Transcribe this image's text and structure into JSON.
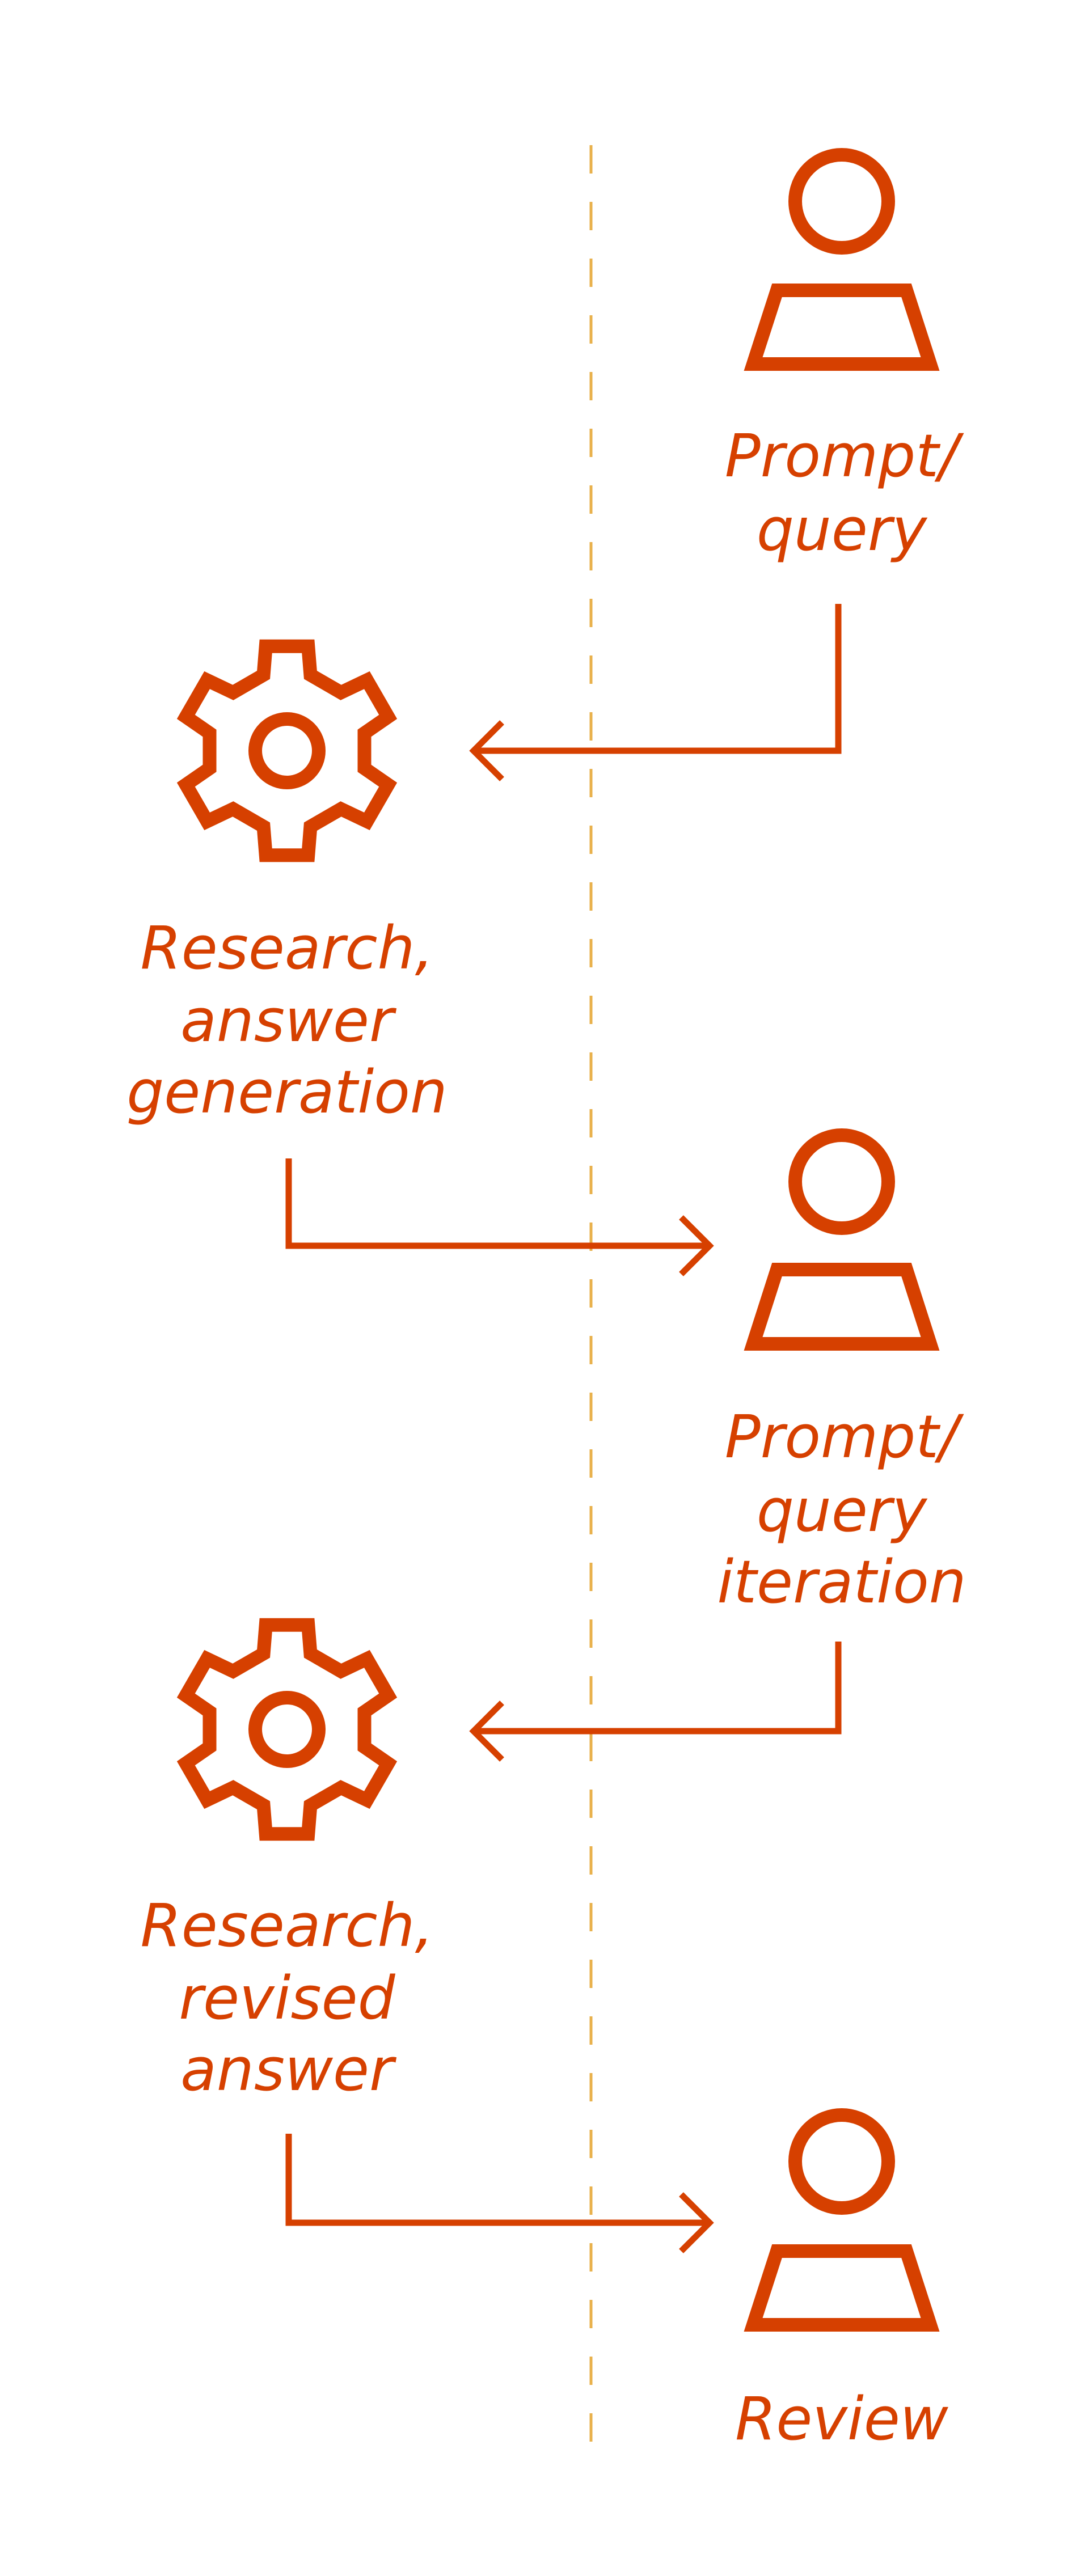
{
  "colors": {
    "accent": "#D64000",
    "divider": "#E8B04A"
  },
  "steps": [
    {
      "actor": "person-icon",
      "label_lines": [
        "Prompt/",
        "query"
      ]
    },
    {
      "actor": "gear-icon",
      "label_lines": [
        "Research,",
        "answer",
        "generation"
      ]
    },
    {
      "actor": "person-icon",
      "label_lines": [
        "Prompt/",
        "query",
        "iteration"
      ]
    },
    {
      "actor": "gear-icon",
      "label_lines": [
        "Research,",
        "revised",
        "answer"
      ]
    },
    {
      "actor": "person-icon",
      "label_lines": [
        "Review"
      ]
    }
  ]
}
